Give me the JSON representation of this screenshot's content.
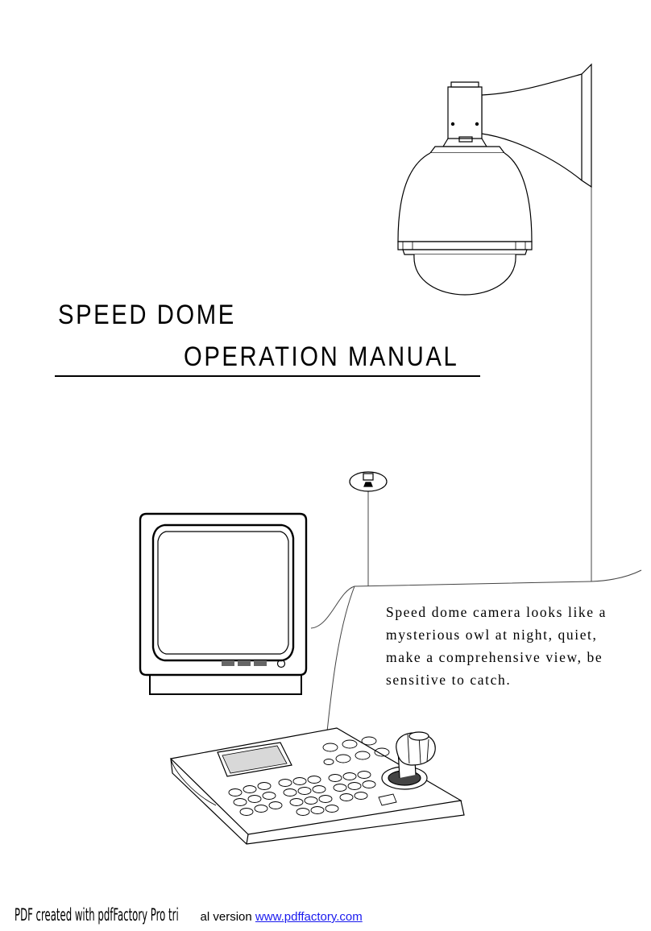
{
  "document": {
    "title_line1": "SPEED DOME",
    "title_line2": "OPERATION MANUAL",
    "tagline_lines": [
      "Speed dome camera looks like a",
      "mysterious owl at night, quiet,",
      "make a comprehensive view, be",
      "sensitive to catch."
    ]
  },
  "footer": {
    "creator_text": "PDF created with pdfFactory Pro tri",
    "version_text": "al version ",
    "link_text": "www.pdffactory.com",
    "link_color": "#1a1aee"
  },
  "illustration": {
    "items": [
      "speed-dome-camera",
      "wall-mount-bracket",
      "ceiling-mount",
      "crt-monitor",
      "ptz-keyboard-controller",
      "connection-cables"
    ]
  }
}
